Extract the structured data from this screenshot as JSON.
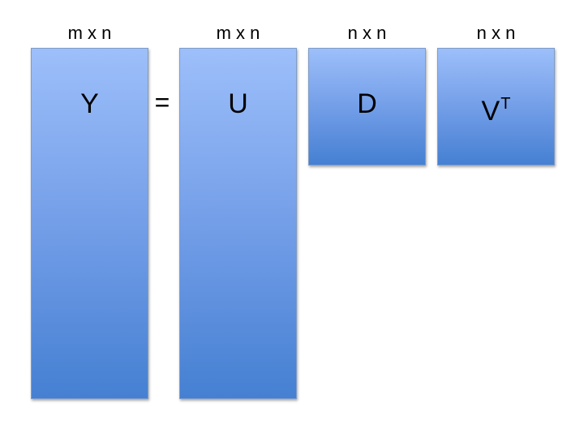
{
  "matrices": {
    "y": {
      "symbol": "Y",
      "dims": "m x n"
    },
    "u": {
      "symbol": "U",
      "dims": "m x n"
    },
    "d": {
      "symbol": "D",
      "dims": "n x n"
    },
    "v": {
      "symbol": "V",
      "superscript": "T",
      "dims": "n x n"
    }
  },
  "equals_sign": "=",
  "colors": {
    "block_top": "#9dbffa",
    "block_bottom": "#4580d2",
    "block_border": "#7f9cc6",
    "text": "#000000"
  }
}
